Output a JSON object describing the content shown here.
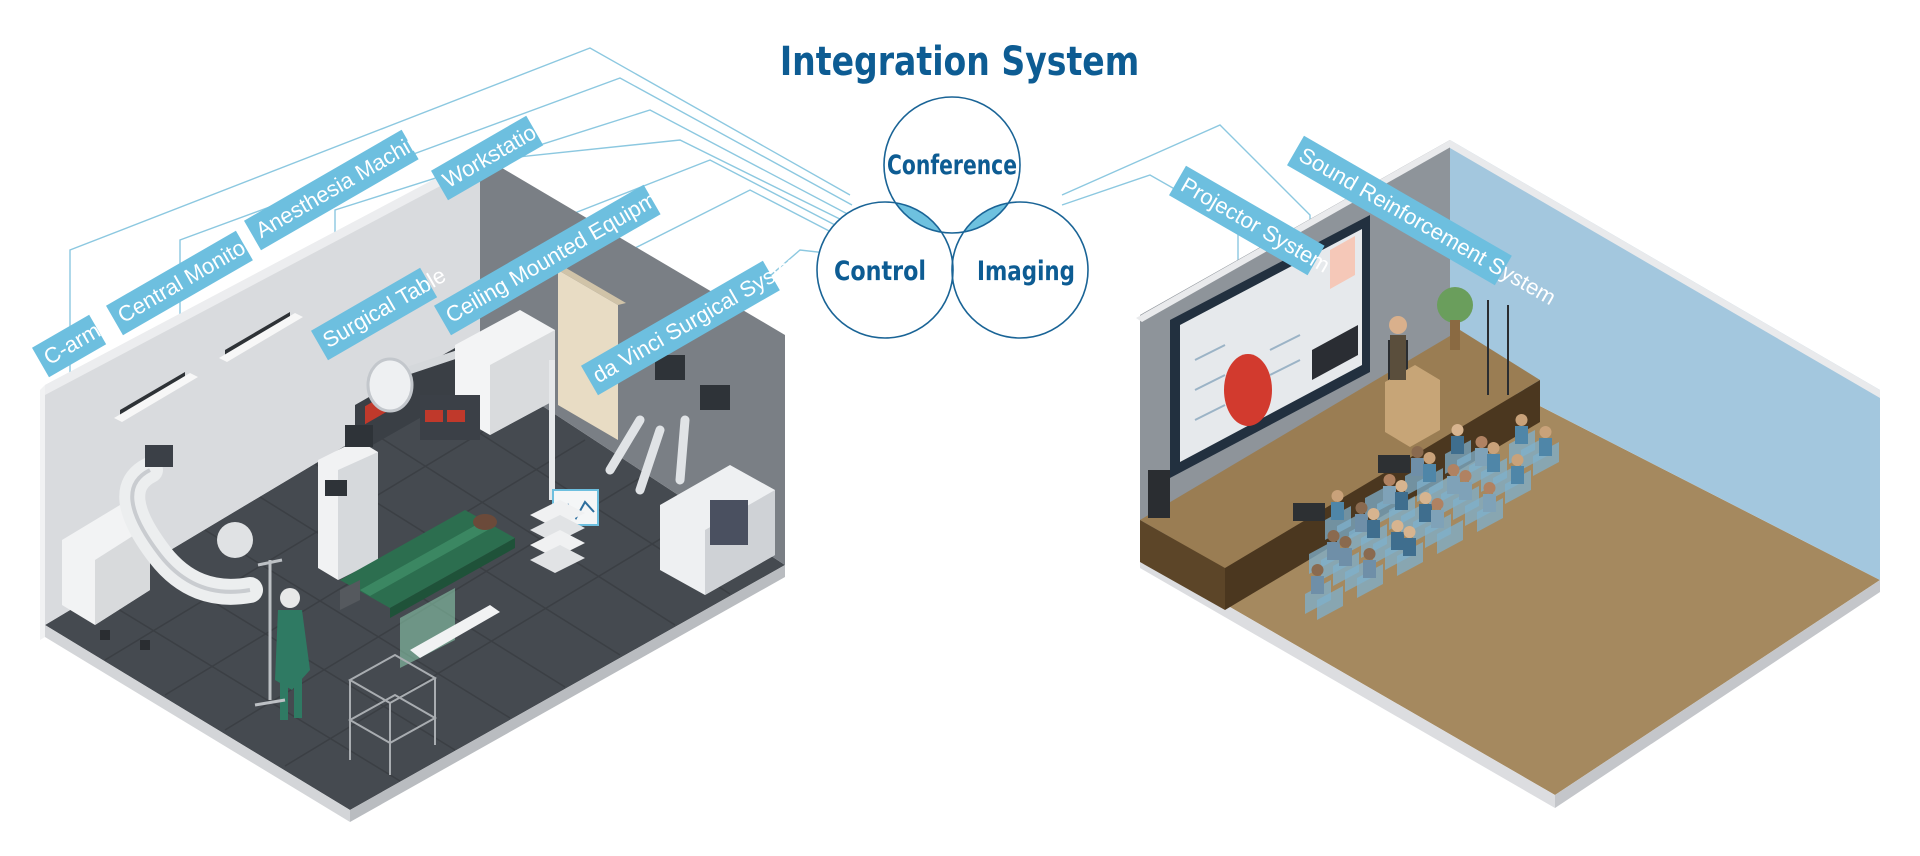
{
  "title": "Integration System",
  "venn": {
    "top": "Conference",
    "left": "Control",
    "right": "Imaging"
  },
  "or_labels": [
    "C-arm",
    "Central Monitor",
    "Anesthesia Machine",
    "Workstation",
    "Surgical Table",
    "Ceiling Mounted Equipment",
    "da Vinci Surgical System"
  ],
  "auditorium_labels": [
    "Projector System",
    "Sound Reinforcement System"
  ],
  "colors": {
    "title": "#0d5c93",
    "label_bg": "#6dbfdf",
    "venn_fill": "#6ec1df",
    "venn_stroke": "#1a6496",
    "leader": "#8cc8e0",
    "or_floor": "#454a50",
    "auditorium_wall": "#a3c7de",
    "auditorium_floor": "#a5895f"
  }
}
